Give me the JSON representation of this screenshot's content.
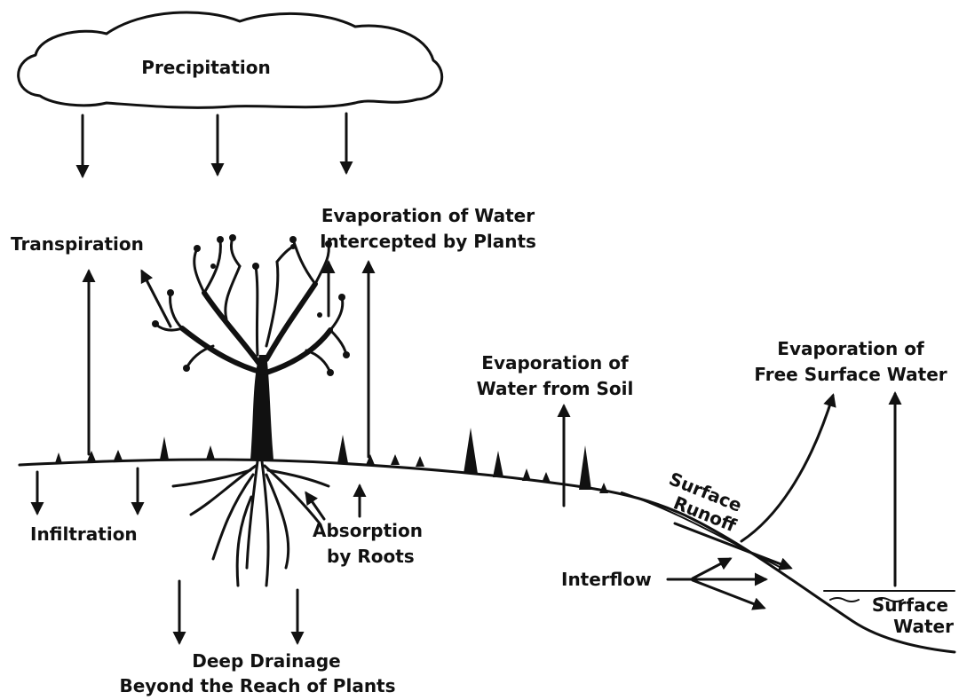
{
  "labels": {
    "precipitation": "Precipitation",
    "transpiration": "Transpiration",
    "evap_intercepted_1": "Evaporation of Water",
    "evap_intercepted_2": "Intercepted by Plants",
    "evap_soil_1": "Evaporation of",
    "evap_soil_2": "Water from Soil",
    "evap_free_1": "Evaporation of",
    "evap_free_2": "Free Surface Water",
    "surface_runoff_1": "Surface",
    "surface_runoff_2": "Runoff",
    "infiltration": "Infiltration",
    "absorption_1": "Absorption",
    "absorption_2": "by Roots",
    "interflow": "Interflow",
    "surface_water_1": "Surface",
    "surface_water_2": "Water",
    "deep_drainage_1": "Deep Drainage",
    "deep_drainage_2": "Beyond the Reach of Plants"
  }
}
